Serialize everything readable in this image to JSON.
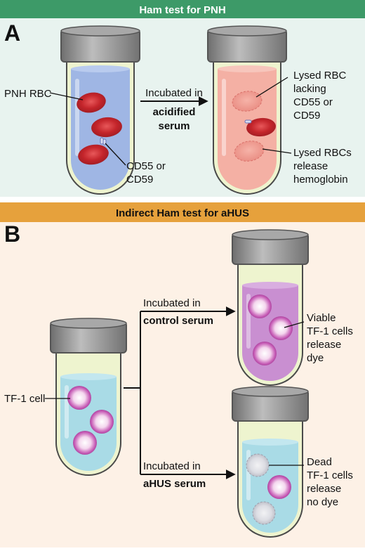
{
  "panel_a": {
    "header": "Ham test for PNH",
    "letter": "A",
    "label_pnh_rbc": "PNH RBC",
    "arrow_line1": "Incubated in",
    "arrow_line2": "acidified",
    "arrow_line3": "serum",
    "cd55_line1": "CD55 or",
    "cd55_line2": "CD59",
    "lysed_lacking": [
      "Lysed RBC",
      "lacking",
      "CD55 or",
      "CD59"
    ],
    "lysed_release": [
      "Lysed RBCs",
      "release",
      "hemoglobin"
    ]
  },
  "panel_b": {
    "header": "Indirect Ham test for aHUS",
    "letter": "B",
    "label_tf1": "TF-1 cell",
    "control_line1": "Incubated in",
    "control_line2": "control serum",
    "ahus_line1": "Incubated in",
    "ahus_line2": "aHUS serum",
    "viable": [
      "Viable",
      "TF-1 cells",
      "release",
      "dye"
    ],
    "dead": [
      "Dead",
      "TF-1 cells",
      "release",
      "no dye"
    ]
  },
  "colors": {
    "panel_a_bg": "#e8f3ef",
    "panel_a_header": "#3d9a68",
    "panel_b_bg": "#fdf1e6",
    "panel_b_header": "#e6a13c",
    "tube_glass": "#eef4cf",
    "fluid_blue": "#9fb6e4",
    "fluid_pink": "#f4b0a4",
    "fluid_purple": "#c98fd1",
    "fluid_cyan": "#a9dbe6",
    "rbc": "#c9262c",
    "cap": "#8d8d8d"
  }
}
